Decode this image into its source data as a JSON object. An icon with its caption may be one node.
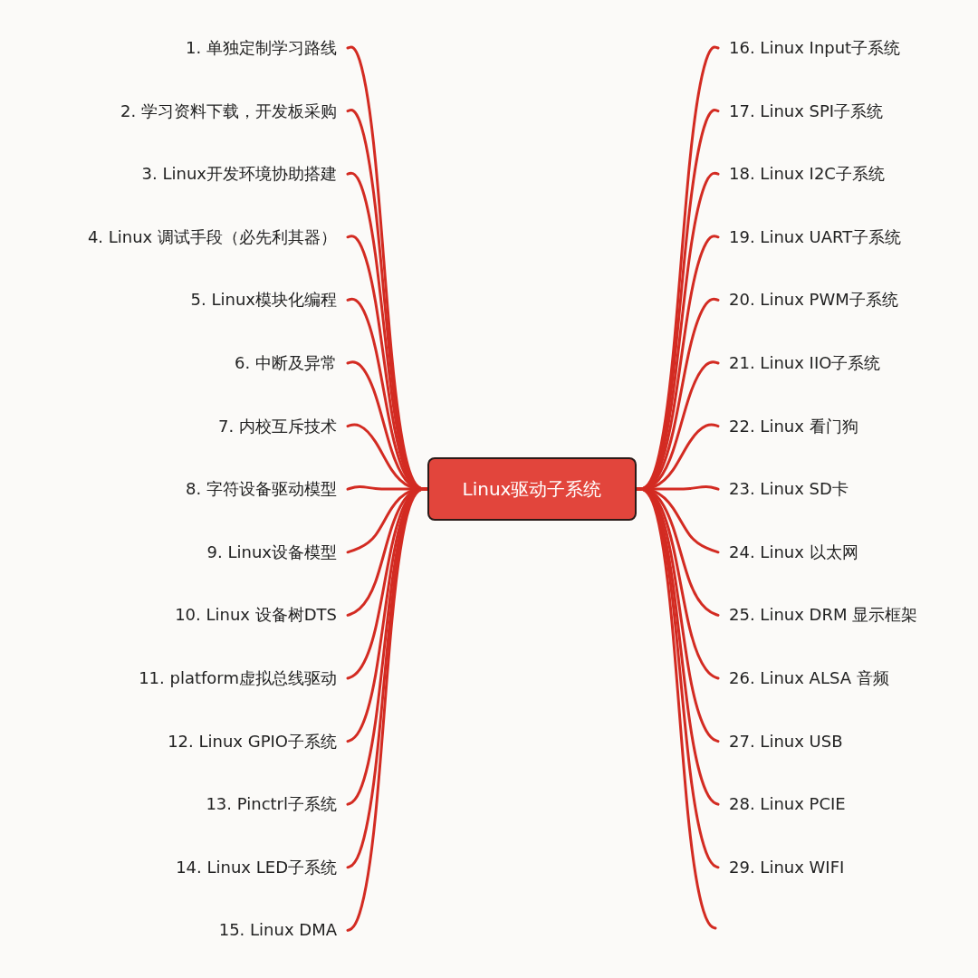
{
  "diagram": {
    "nodes": [
      {
        "text": [
          "Linux驱动子系统"
        ]
      },
      {
        "text": [
          "1. 单独定制学习路线"
        ]
      },
      {
        "text": [
          "2. 学习资料下载，开发板采购"
        ]
      },
      {
        "text": [
          "3. Linux开发环境协助搭建"
        ]
      },
      {
        "text": [
          "4. Linux 调试手段（必先利其器）"
        ]
      },
      {
        "text": [
          "5. Linux模块化编程"
        ]
      },
      {
        "text": [
          "6. 中断及异常"
        ]
      },
      {
        "text": [
          "7. 内校互斥技术"
        ]
      },
      {
        "text": [
          "8. 字符设备驱动模型"
        ]
      },
      {
        "text": [
          "9. Linux设备模型"
        ]
      },
      {
        "text": [
          "10. Linux 设备树DTS"
        ]
      },
      {
        "text": [
          "11. platform虚拟总线驱动"
        ]
      },
      {
        "text": [
          "12. Linux GPIO子系统"
        ]
      },
      {
        "text": [
          "13. Pinctrl子系统"
        ]
      },
      {
        "text": [
          "14. Linux LED子系统"
        ]
      },
      {
        "text": [
          "15. Linux DMA"
        ]
      },
      {
        "text": [
          "16. Linux Input子系统"
        ]
      },
      {
        "text": [
          "17. Linux SPI子系统"
        ]
      },
      {
        "text": [
          "18. Linux I2C子系统"
        ]
      },
      {
        "text": [
          "19. Linux UART子系统"
        ]
      },
      {
        "text": [
          "20. Linux PWM子系统"
        ]
      },
      {
        "text": [
          "21. Linux IIO子系统"
        ]
      },
      {
        "text": [
          "22. Linux 看门狗"
        ]
      },
      {
        "text": [
          "23. Linux SD卡"
        ]
      },
      {
        "text": [
          "24. Linux 以太网"
        ]
      },
      {
        "text": [
          "25. Linux DRM 显示框架"
        ]
      },
      {
        "text": [
          "26. Linux ALSA 音频"
        ]
      },
      {
        "text": [
          "27. Linux USB"
        ]
      },
      {
        "text": [
          "28. Linux PCIE"
        ]
      },
      {
        "text": [
          "29. Linux WIFI"
        ]
      }
    ],
    "edges": [
      {
        "from": 0,
        "to": 1,
        "arrow": "none"
      },
      {
        "from": 0,
        "to": 2,
        "arrow": "none"
      },
      {
        "from": 0,
        "to": 3,
        "arrow": "none"
      },
      {
        "from": 0,
        "to": 4,
        "arrow": "none"
      },
      {
        "from": 0,
        "to": 5,
        "arrow": "none"
      },
      {
        "from": 0,
        "to": 6,
        "arrow": "none"
      },
      {
        "from": 0,
        "to": 7,
        "arrow": "none"
      },
      {
        "from": 0,
        "to": 8,
        "arrow": "none"
      },
      {
        "from": 0,
        "to": 9,
        "arrow": "none"
      },
      {
        "from": 0,
        "to": 10,
        "arrow": "none"
      },
      {
        "from": 0,
        "to": 11,
        "arrow": "none"
      },
      {
        "from": 0,
        "to": 12,
        "arrow": "none"
      },
      {
        "from": 0,
        "to": 13,
        "arrow": "none"
      },
      {
        "from": 0,
        "to": 14,
        "arrow": "none"
      },
      {
        "from": 0,
        "to": 15,
        "arrow": "none"
      },
      {
        "from": 0,
        "to": 16,
        "arrow": "none"
      },
      {
        "from": 0,
        "to": 17,
        "arrow": "none"
      },
      {
        "from": 0,
        "to": 18,
        "arrow": "none"
      },
      {
        "from": 0,
        "to": 19,
        "arrow": "none"
      },
      {
        "from": 0,
        "to": 20,
        "arrow": "none"
      },
      {
        "from": 0,
        "to": 21,
        "arrow": "none"
      },
      {
        "from": 0,
        "to": 22,
        "arrow": "none"
      },
      {
        "from": 0,
        "to": 23,
        "arrow": "none"
      },
      {
        "from": 0,
        "to": 24,
        "arrow": "none"
      },
      {
        "from": 0,
        "to": 25,
        "arrow": "none"
      },
      {
        "from": 0,
        "to": 26,
        "arrow": "none"
      },
      {
        "from": 0,
        "to": 27,
        "arrow": "none"
      },
      {
        "from": 0,
        "to": 28,
        "arrow": "none"
      },
      {
        "from": 0,
        "to": 29,
        "arrow": "none"
      },
      {
        "from": 0,
        "to": null,
        "arrow": "none"
      }
    ]
  }
}
